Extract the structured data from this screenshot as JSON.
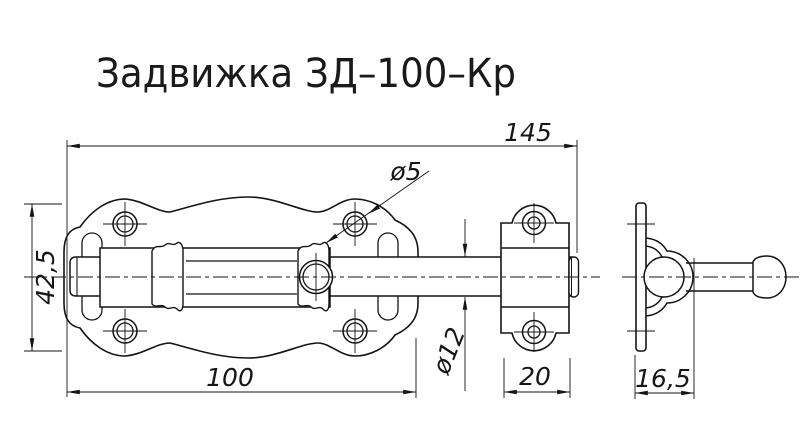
{
  "title": "Задвижка ЗД–100–Кр",
  "dimensions": {
    "overall_length": "145",
    "mounting_hole_diameter": "ø5",
    "plate_height": "42,5",
    "plate_length": "100",
    "bolt_rod_diameter": "ø12",
    "keeper_width": "20",
    "side_view_depth": "16,5"
  }
}
